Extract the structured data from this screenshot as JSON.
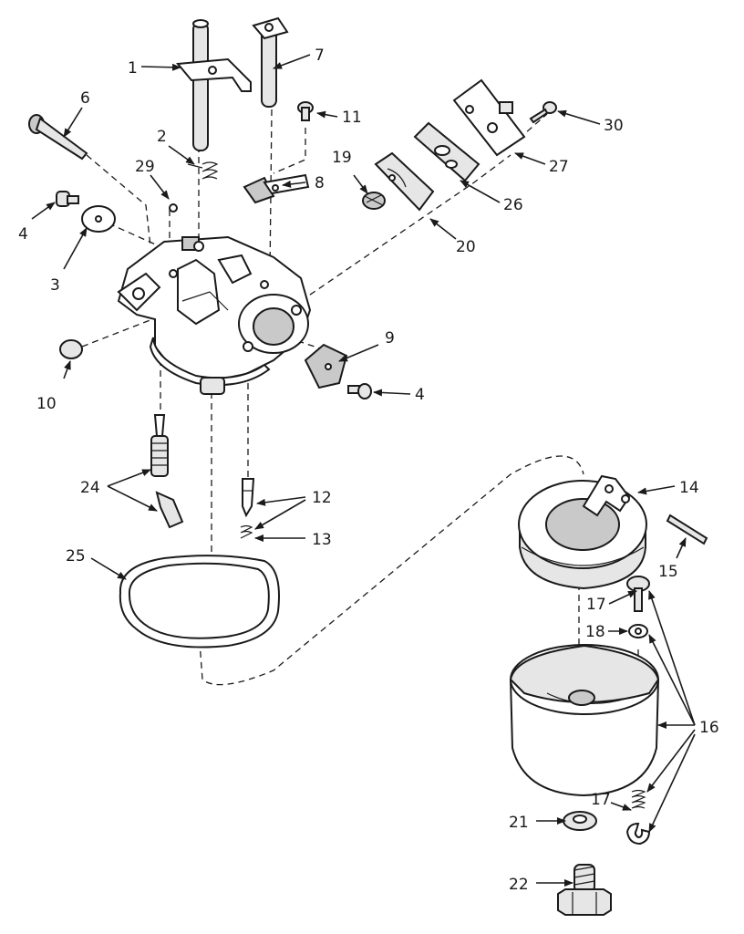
{
  "callouts": {
    "c1": "1",
    "c2": "2",
    "c3": "3",
    "c4a": "4",
    "c4b": "4",
    "c6": "6",
    "c7": "7",
    "c8": "8",
    "c9": "9",
    "c10": "10",
    "c11": "11",
    "c12": "12",
    "c13": "13",
    "c14": "14",
    "c15": "15",
    "c16": "16",
    "c17a": "17",
    "c17b": "17",
    "c18": "18",
    "c19": "19",
    "c20": "20",
    "c21": "21",
    "c22": "22",
    "c24": "24",
    "c25": "25",
    "c26": "26",
    "c27": "27",
    "c29": "29",
    "c30": "30"
  }
}
